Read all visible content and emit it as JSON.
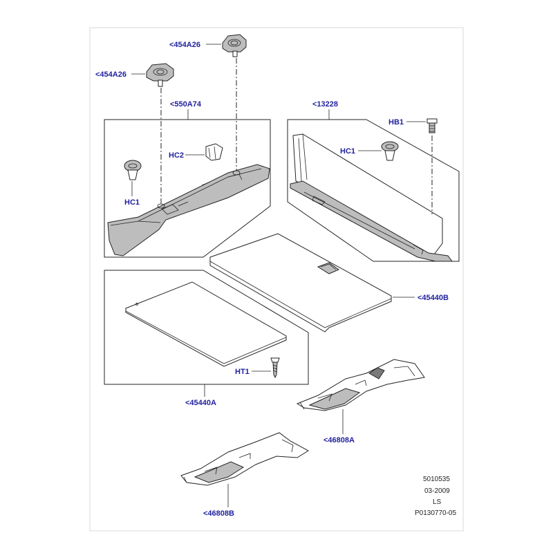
{
  "diagram": {
    "callouts": {
      "clip_top": "<454A26",
      "clip_left": "<454A26",
      "trim_panel": "<550A74",
      "clip_hc2": "HC2",
      "clip_hc1_left": "HC1",
      "bulkhead": "<13228",
      "bolt_hb1": "HB1",
      "clip_hc1_right": "HC1",
      "floor_cover": "<45440B",
      "screw_ht1": "HT1",
      "floor_board": "<45440A",
      "bracket_a": "<46808A",
      "bracket_b": "<46808B"
    },
    "info_block": {
      "line1": "5010535",
      "line2": "03-2009",
      "line3": "LS",
      "line4": "P0130770-05"
    }
  },
  "colors": {
    "callout_text": "#1f1f9e",
    "line_art": "#222222",
    "part_shade": "#bdbdbd"
  }
}
